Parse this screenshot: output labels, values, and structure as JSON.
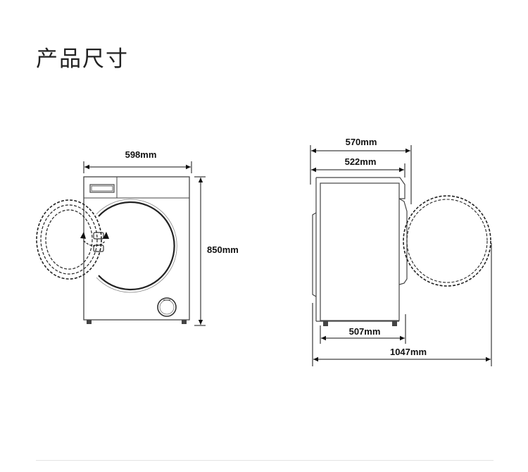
{
  "title": "产品尺寸",
  "front_view": {
    "width_label": "598mm",
    "height_label": "850mm"
  },
  "side_view": {
    "total_depth_label": "570mm",
    "body_depth_label": "522mm",
    "base_depth_label": "507mm",
    "door_open_depth_label": "1047mm"
  }
}
